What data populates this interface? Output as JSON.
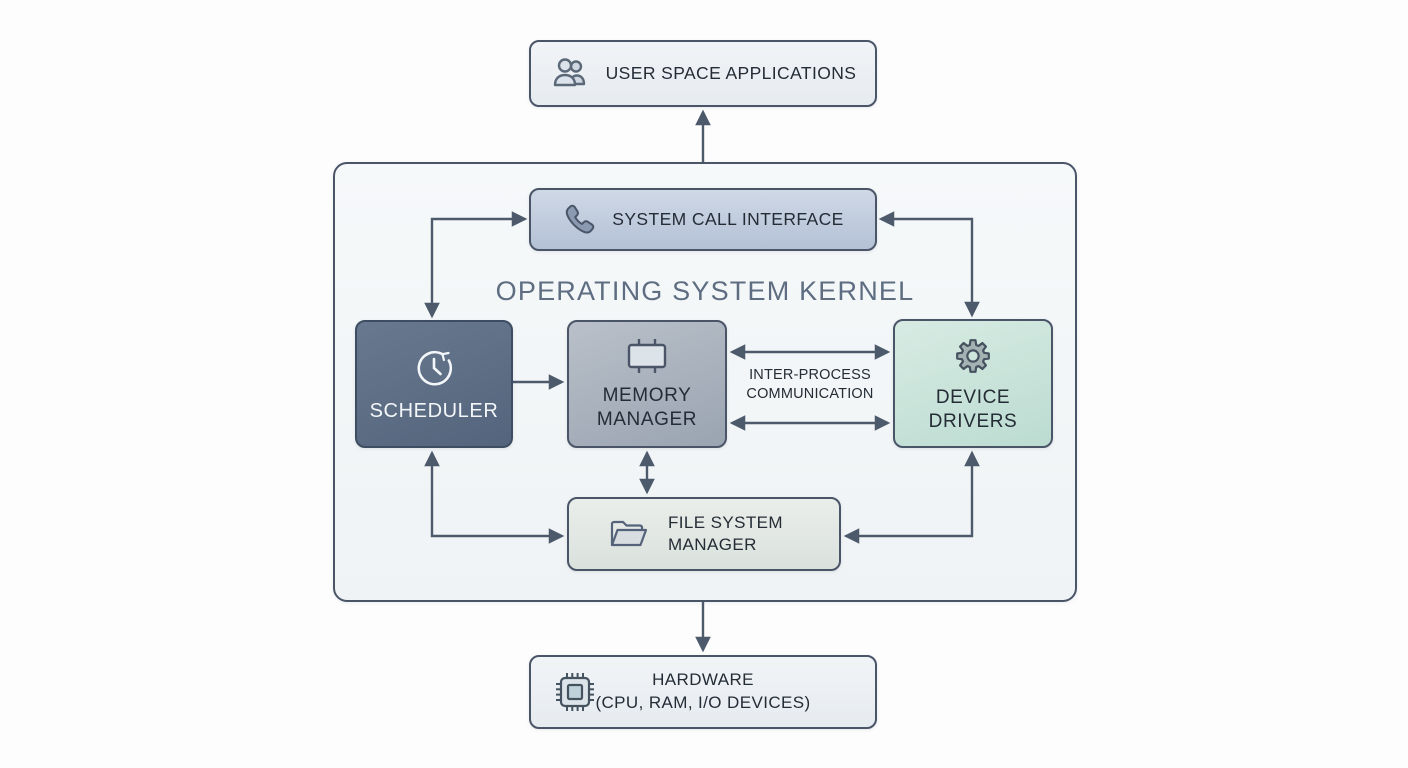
{
  "diagram": {
    "kernel_title": "OPERATING SYSTEM KERNEL",
    "nodes": {
      "user_space": {
        "label": "USER SPACE APPLICATIONS",
        "icon": "users-icon"
      },
      "system_call_interface": {
        "label": "SYSTEM CALL INTERFACE",
        "icon": "phone-icon"
      },
      "scheduler": {
        "label": "SCHEDULER",
        "icon": "clock-history-icon"
      },
      "memory_manager": {
        "label": "MEMORY MANAGER",
        "icon": "memory-chip-icon"
      },
      "device_drivers": {
        "label": "DEVICE DRIVERS",
        "icon": "gear-icon"
      },
      "file_system_manager": {
        "label": "FILE SYSTEM MANAGER",
        "icon": "folder-icon"
      },
      "hardware": {
        "label": "HARDWARE",
        "sublabel": "(CPU, RAM, I/O DEVICES)",
        "icon": "cpu-chip-icon"
      }
    },
    "edge_labels": {
      "ipc": "INTER-PROCESS COMMUNICATION"
    },
    "colors": {
      "arrow": "#4d5a6b",
      "border": "#4a5568",
      "kernel_title_text": "#5e6d81",
      "scheduler_bg": "#5d6e86",
      "memory_manager_bg": "#a9b2bf",
      "device_drivers_bg": "#c9e3d9",
      "system_call_interface_bg": "#c2cde0",
      "file_system_manager_bg": "#e2e7e3",
      "io_box_bg": "#edf0f4"
    }
  }
}
